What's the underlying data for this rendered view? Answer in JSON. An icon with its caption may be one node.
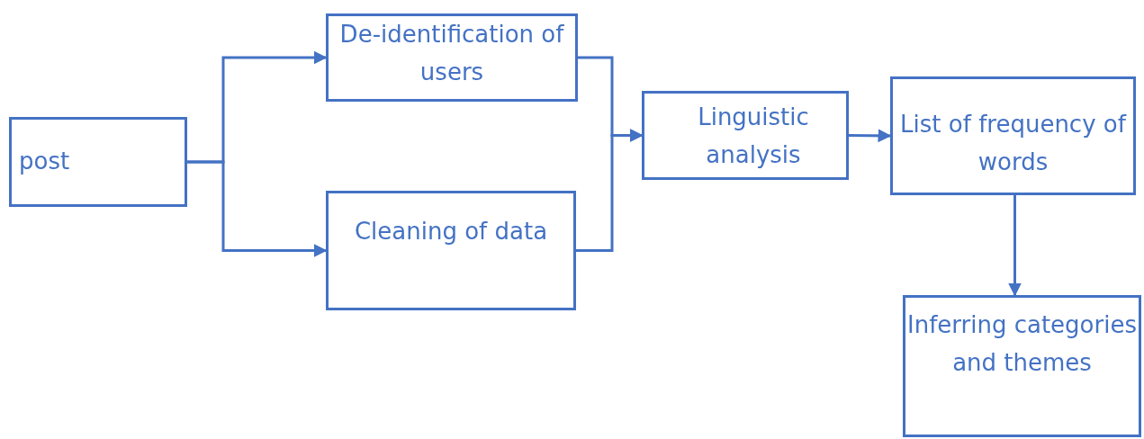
{
  "diagram": {
    "nodes": [
      {
        "text": [
          "post"
        ]
      },
      {
        "text": [
          "De-identification of users"
        ]
      },
      {
        "text": [
          "Cleaning of data"
        ]
      },
      {
        "text": [
          "Linguistic analysis"
        ]
      },
      {
        "text": [
          "List of frequency of words"
        ]
      },
      {
        "text": [
          "Inferring categories and themes"
        ]
      }
    ],
    "edges": [
      {
        "from": 0,
        "to": 1,
        "arrow": "to"
      },
      {
        "from": 0,
        "to": 2,
        "arrow": "to"
      },
      {
        "from": 1,
        "to": 3,
        "arrow": "to"
      },
      {
        "from": 2,
        "to": 3,
        "arrow": "to"
      },
      {
        "from": 3,
        "to": 4,
        "arrow": "to"
      },
      {
        "from": 4,
        "to": 5,
        "arrow": "to"
      }
    ]
  }
}
